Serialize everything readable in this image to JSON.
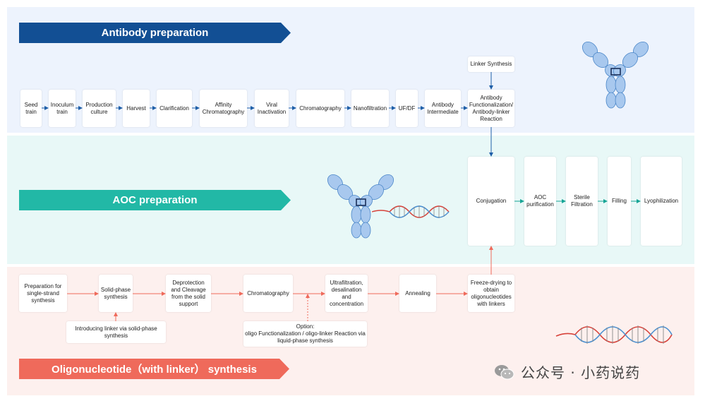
{
  "sections": {
    "antibody": {
      "title": "Antibody preparation",
      "bg": "#edf3fd",
      "banner_color": "#124f94"
    },
    "aoc": {
      "title": "AOC preparation",
      "bg": "#e8f8f7",
      "banner_color": "#22b8a6"
    },
    "oligo": {
      "title": "Oligonucleotide（with linker） synthesis",
      "bg": "#fdf0ee",
      "banner_color": "#ef6a5b"
    }
  },
  "antibody_steps": [
    "Seed train",
    "Inoculum train",
    "Production culture",
    "Harvest",
    "Clarification",
    "Affinity Chromatography",
    "Viral Inactivation",
    "Chromatography",
    "Nanofiltration",
    "UF/DF",
    "Antibody Intermediate",
    "Antibody Functionalization/ Antibody-linker Reaction"
  ],
  "linker_synthesis": "Linker Synthesis",
  "aoc_steps": [
    "Conjugation",
    "AOC purification",
    "Sterile Filtration",
    "Filling",
    "Lyophilization"
  ],
  "oligo_steps": [
    "Preparation for single-strand synthesis",
    "Solid-phase synthesis",
    "Deprotection and Cleavage from the solid support",
    "Chromatography",
    "Ultrafiltration, desalination and concentration",
    "Annealing",
    "Freeze-drying to obtain oligonucleotides with linkers"
  ],
  "linker_note": "Introducing linker via solid-phase synthesis",
  "option_note": "Option:\noligo Functionalization / oligo-linker Reaction via liquid-phase synthesis",
  "watermark": "公众号 · 小药说药",
  "colors": {
    "flow_arrow": "#1f5fa8",
    "oligo_arrow": "#ef6a5b",
    "antibody_blue": "#a8c8ee",
    "antibody_outline": "#4a86c8",
    "hinge": "#1a2f5a",
    "dna_red": "#d7423a",
    "dna_blue": "#4a8fd0",
    "dna_grey": "#888888"
  }
}
